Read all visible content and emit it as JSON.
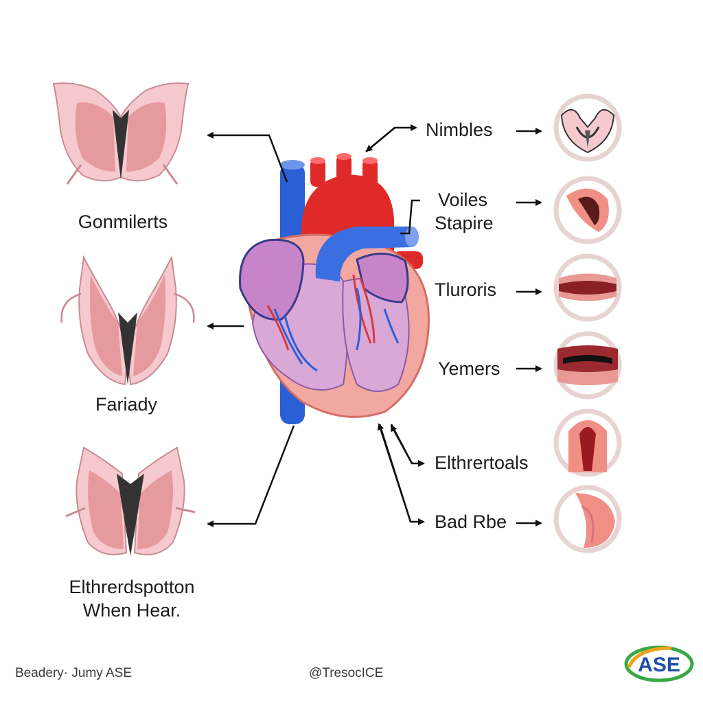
{
  "left_labels": [
    {
      "id": "valve-1",
      "text": "Gonmilerts"
    },
    {
      "id": "valve-2",
      "text": "Fariady"
    },
    {
      "id": "valve-3",
      "text": "Elthrerdspotton",
      "text2": "When Hear."
    }
  ],
  "right_labels": [
    {
      "id": "r1",
      "lines": [
        "Nimbles"
      ]
    },
    {
      "id": "r2",
      "lines": [
        "Voiles",
        "Stapire"
      ]
    },
    {
      "id": "r3",
      "lines": [
        "Tluroris"
      ]
    },
    {
      "id": "r4",
      "lines": [
        "Yemers"
      ]
    },
    {
      "id": "r5",
      "lines": [
        "Elthrertoals"
      ]
    },
    {
      "id": "r6",
      "lines": [
        "Bad Rbe"
      ]
    }
  ],
  "footer": {
    "left": "Beadery· Jumy ASE",
    "center": "@TresocICE"
  },
  "logo": {
    "text": "ASE",
    "colors": [
      "#1f4fa8",
      "#f0a21a",
      "#3aa845"
    ]
  },
  "colors": {
    "artery_red": "#e02a2a",
    "vein_blue": "#2a5fd6",
    "muscle_pink": "#f2a8a0",
    "chamber_lilac": "#d9a8d6",
    "valve_pink": "#f6c9cf",
    "ring_border": "#e8d3d3"
  }
}
